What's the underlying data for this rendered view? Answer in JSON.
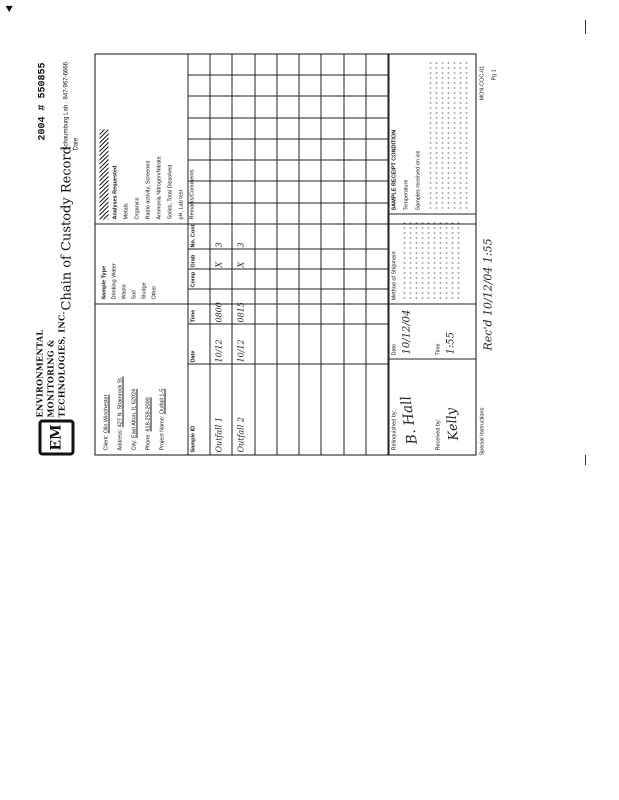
{
  "corner_mark": "⯆",
  "logo": {
    "mark": "EM",
    "line1": "ENVIRONMENTAL",
    "line2": "MONITORING &",
    "line3": "TECHNOLOGIES, INC."
  },
  "header": {
    "title": "Chain of Custody Record",
    "lab_label": "Schaumburg Lab",
    "lab_phone": "847-967-6666",
    "date_label": "Date",
    "lab_number": "550855",
    "year": "2004"
  },
  "client": {
    "fields": [
      {
        "label": "Client",
        "value": "Olin Winchester"
      },
      {
        "label": "Address",
        "value": "427 N. Shamrock St."
      },
      {
        "label": "City",
        "value": "East Alton, IL 62024"
      },
      {
        "label": "Phone",
        "value": "618-258-2000"
      },
      {
        "label": "Project Name",
        "value": "Outfall 1-5"
      }
    ]
  },
  "matrix": {
    "title": "Sample Type",
    "items": [
      "Drinking Water",
      "Waste",
      "Soil",
      "Sludge",
      "Other"
    ]
  },
  "analyses": {
    "title": "Analyses Requested",
    "items": [
      "Metals",
      "Organics",
      "Radio activity, Screened",
      "Ammonia Nitrogen/Nitrate",
      "Solids, Total Dissolved",
      "pH, Lab test",
      "Remarks/Comments"
    ]
  },
  "table": {
    "headers": [
      "Sample ID",
      "Date",
      "Time",
      "Comp",
      "Grab",
      "No. Cont."
    ],
    "rows": [
      [
        "Outfall 1",
        "10/12",
        "0800",
        "",
        "X",
        "3"
      ],
      [
        "Outfall 2",
        "10/12",
        "0815",
        "",
        "X",
        "3"
      ],
      [
        "",
        "",
        "",
        "",
        "",
        ""
      ],
      [
        "",
        "",
        "",
        "",
        "",
        ""
      ],
      [
        "",
        "",
        "",
        "",
        "",
        ""
      ],
      [
        "",
        "",
        "",
        "",
        "",
        ""
      ],
      [
        "",
        "",
        "",
        "",
        "",
        ""
      ],
      [
        "",
        "",
        "",
        "",
        "",
        ""
      ]
    ]
  },
  "signoff": {
    "relinquished_label": "Relinquished by:",
    "received_label": "Received by:",
    "date_label": "Date",
    "time_label": "Time",
    "shipment_label": "Method of Shipment",
    "special_label": "Special Instructions:",
    "signature1": "B. Hall",
    "signature2": "Kelly",
    "date_value": "10/12/04",
    "time_value": "1:55"
  },
  "receipt": {
    "title": "SAMPLE RECEIPT CONDITION",
    "temp_label": "Temperature",
    "notes": "Samples received on ice"
  },
  "footer": {
    "doc_code": "MON-COC-01",
    "page": "Pg 1"
  },
  "handwritten_note": "Rec'd 10/12/04 1:55"
}
